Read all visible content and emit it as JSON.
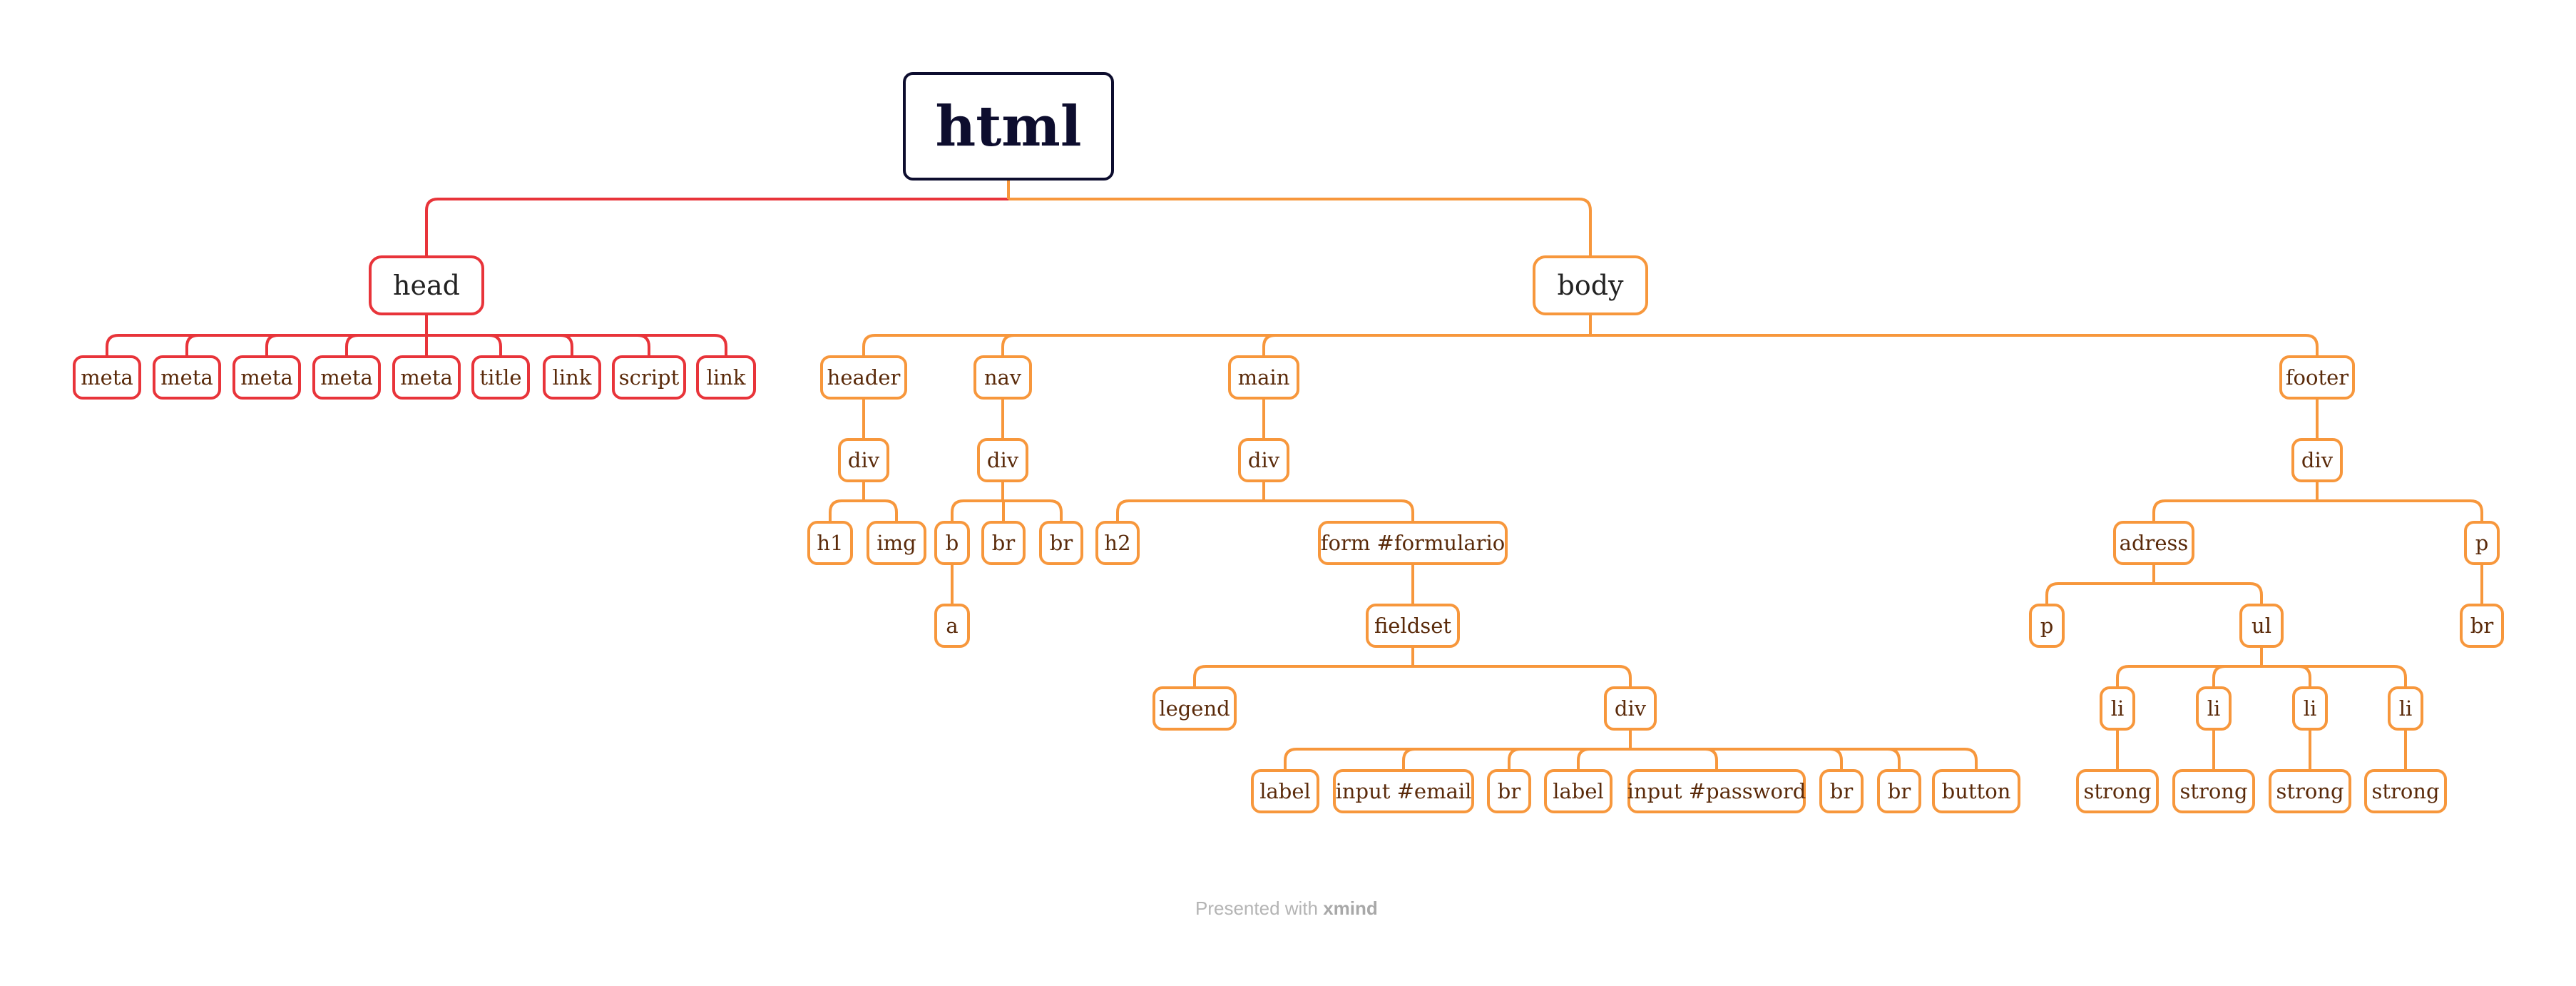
{
  "diagram": {
    "colors": {
      "root": "#0d0d2e",
      "head": "#e8343a",
      "body": "#f7973c"
    },
    "root": {
      "label": "html"
    },
    "head": {
      "label": "head",
      "children": [
        "meta",
        "meta",
        "meta",
        "meta",
        "meta",
        "title",
        "link",
        "script",
        "link"
      ]
    },
    "body": {
      "label": "body",
      "header": {
        "label": "header",
        "div": "div",
        "children": [
          "h1",
          "img"
        ]
      },
      "nav": {
        "label": "nav",
        "div": "div",
        "children": [
          "b",
          "br",
          "br"
        ],
        "b_child": "a"
      },
      "main": {
        "label": "main",
        "div": "div",
        "h2": "h2",
        "form": "form #formulario",
        "fieldset": "fieldset",
        "legend": "legend",
        "fs_div": "div",
        "fields": [
          "label",
          "input #email",
          "br",
          "label",
          "input #password",
          "br",
          "br",
          "button"
        ]
      },
      "footer": {
        "label": "footer",
        "div": "div",
        "adress": "adress",
        "p": "p",
        "p_child": "br",
        "adress_p": "p",
        "ul": "ul",
        "li": [
          "li",
          "li",
          "li",
          "li"
        ],
        "strong": [
          "strong",
          "strong",
          "strong",
          "strong"
        ]
      }
    }
  },
  "footer": {
    "presented_with": "Presented with",
    "brand": "xmind"
  }
}
